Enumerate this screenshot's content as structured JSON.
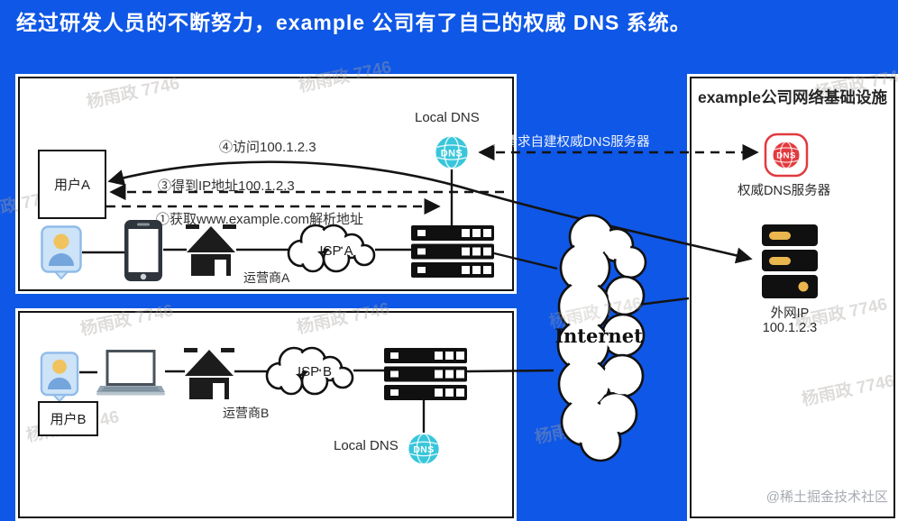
{
  "title": "经过研发人员的不断努力，example 公司有了自己的权威 DNS 系统。",
  "watermark_text": "杨雨政 7746",
  "credit_text": "@稀土掘金技术社区",
  "internet_cloud_label": "Internet",
  "dns_badge_text": "DNS",
  "step_labels": {
    "step1": "①获取www.example.com解析地址",
    "step2": "②请求自建权威DNS服务器",
    "step3": "③得到IP地址100.1.2.3",
    "step4": "④访问100.1.2.3"
  },
  "network_a": {
    "user": "用户A",
    "carrier": "运营商A",
    "isp": "ISP A",
    "local_dns": "Local DNS"
  },
  "network_b": {
    "user": "用户B",
    "carrier": "运营商B",
    "isp": "ISP B",
    "local_dns": "Local DNS"
  },
  "company": {
    "title": "example公司网络基础设施",
    "auth_dns": "权威DNS服务器",
    "public_ip_label": "外网IP",
    "public_ip": "100.1.2.3"
  },
  "colors": {
    "background": "#0f57e6",
    "local_dns_icon": "#38c6da",
    "auth_dns_icon": "#e23a3e",
    "server_accent": "#eab64e",
    "line": "#141414"
  }
}
